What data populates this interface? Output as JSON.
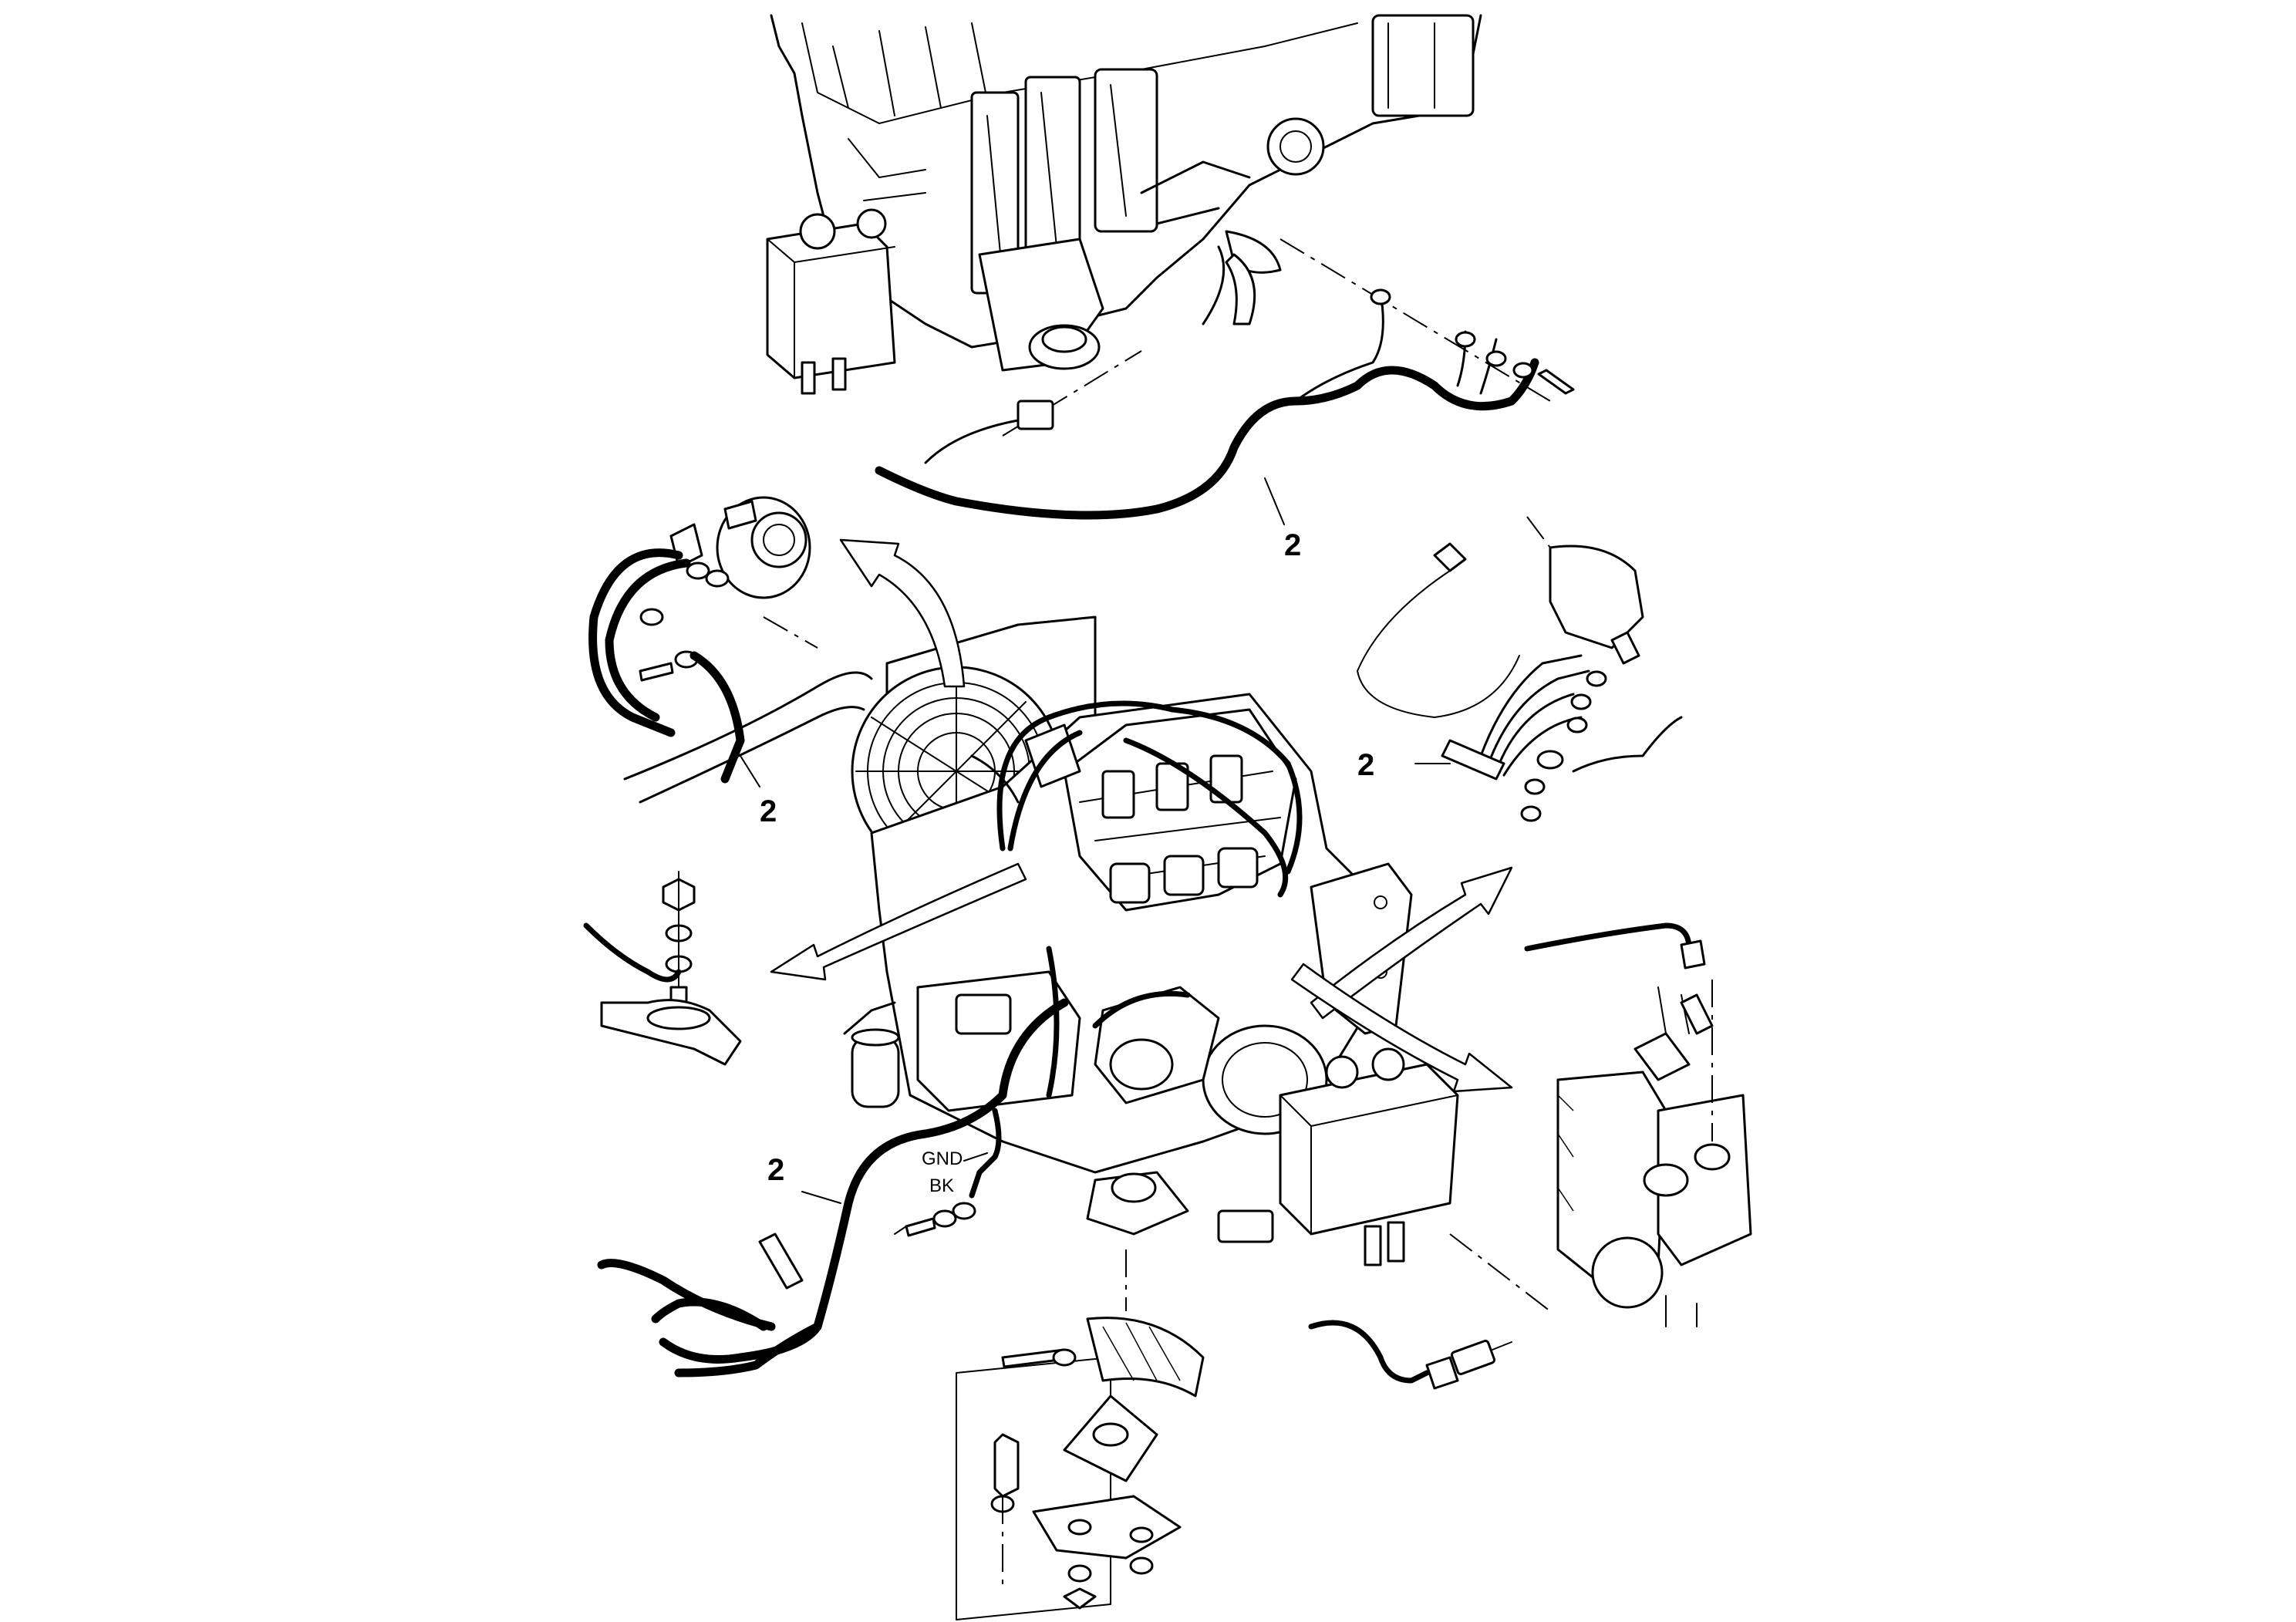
{
  "diagram": {
    "callouts": [
      {
        "id": "top-harness",
        "text": "2"
      },
      {
        "id": "left-harness",
        "text": "2"
      },
      {
        "id": "right-harness",
        "text": "2"
      },
      {
        "id": "bottom-harness",
        "text": "2"
      }
    ],
    "wire_labels": {
      "ground": "GND",
      "color": "BK"
    }
  }
}
